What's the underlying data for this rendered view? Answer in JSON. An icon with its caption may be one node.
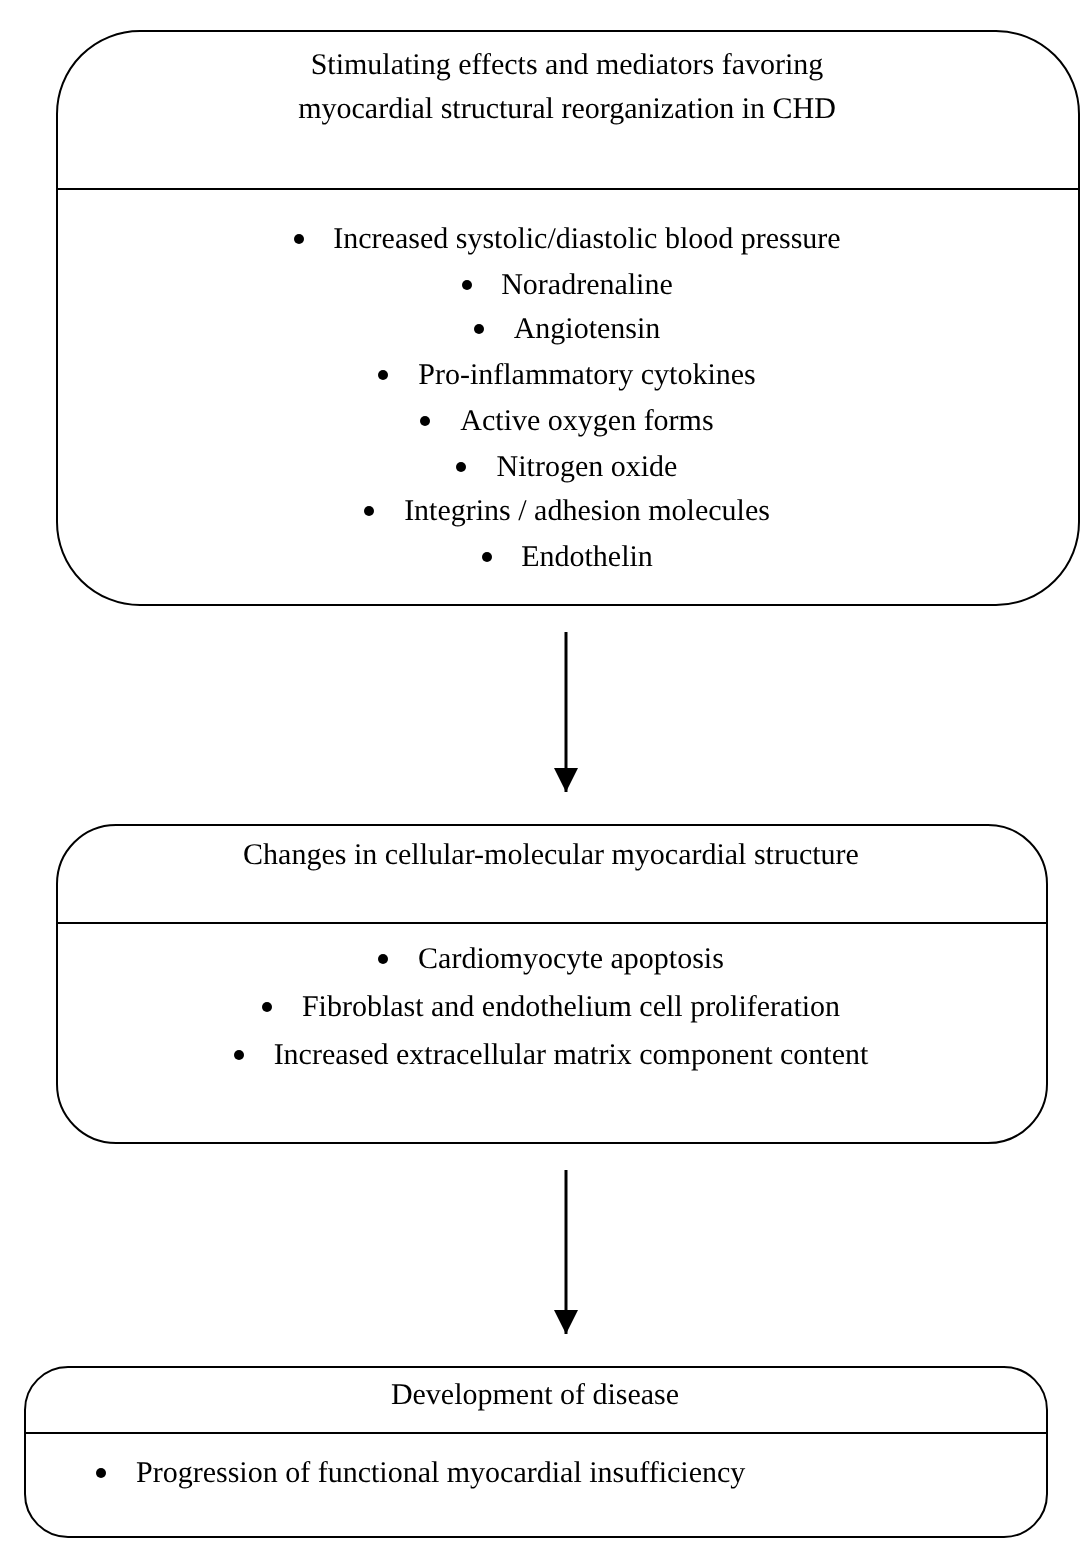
{
  "diagram": {
    "nodes": [
      {
        "text": [
          "Stimulating effects and mediators favoring myocardial structural reorganization in CHD",
          "Increased systolic/diastolic blood pressure",
          "Noradrenaline",
          "Angiotensin",
          "Pro-inflammatory cytokines",
          "Active oxygen forms",
          "Nitrogen oxide",
          "Integrins / adhesion molecules",
          "Endothelin"
        ]
      },
      {
        "text": [
          "Changes in cellular-molecular myocardial structure",
          "Cardiomyocyte apoptosis",
          "Fibroblast and endothelium cell proliferation",
          "Increased extracellular matrix component content"
        ]
      },
      {
        "text": [
          "Development of disease",
          "Progression of functional myocardial insufficiency"
        ]
      }
    ],
    "edges": [
      {
        "from": 0,
        "to": 1,
        "arrow": "to"
      },
      {
        "from": 1,
        "to": 2,
        "arrow": "to"
      }
    ]
  }
}
